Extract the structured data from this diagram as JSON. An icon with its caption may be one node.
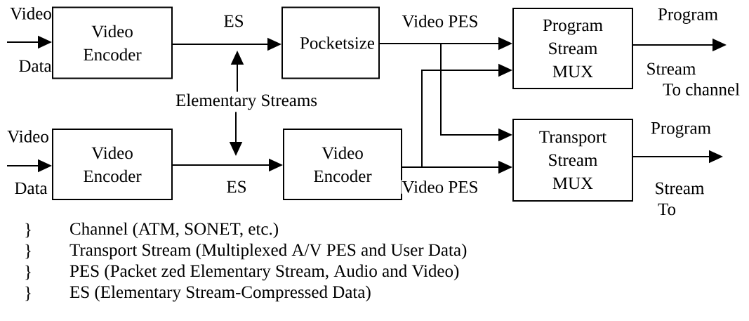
{
  "diagram": {
    "nodes": [
      {
        "text": [
          "Video Encoder"
        ]
      },
      {
        "text": [
          "Pocketsize"
        ]
      },
      {
        "text": [
          "Program Stream MUX"
        ]
      },
      {
        "text": [
          "Video Encoder"
        ]
      },
      {
        "text": [
          "Video Encoder"
        ]
      },
      {
        "text": [
          "Transport Stream MUX"
        ]
      },
      {
        "text": [
          "Elementary Streams"
        ]
      }
    ],
    "edges": [
      {
        "from": null,
        "to": 0,
        "arrow": "to"
      },
      {
        "from": 0,
        "to": 1,
        "arrow": "to",
        "label": "ES"
      },
      {
        "from": 1,
        "to": 2,
        "arrow": "to",
        "label": "Video PES"
      },
      {
        "from": 1,
        "to": 5,
        "arrow": "to"
      },
      {
        "from": 4,
        "to": 2,
        "arrow": "to"
      },
      {
        "from": 4,
        "to": 5,
        "arrow": "to",
        "label": "Video PES"
      },
      {
        "from": null,
        "to": 3,
        "arrow": "to"
      },
      {
        "from": 3,
        "to": 4,
        "arrow": "to",
        "label": "ES"
      },
      {
        "from": 6,
        "to": null,
        "arrow": "to"
      },
      {
        "from": 6,
        "to": null,
        "arrow": "to"
      },
      {
        "from": 2,
        "to": null,
        "arrow": "to"
      },
      {
        "from": 5,
        "to": null,
        "arrow": "to"
      }
    ],
    "labels": [
      "Video",
      "Data",
      "Program",
      "Stream",
      "To channel",
      "Video",
      "Data",
      "Program",
      "Stream",
      "To",
      "}",
      "Channel (ATM, SONET, etc.)",
      "}",
      "Transport Stream (Multiplexed A/V PES and User Data)",
      "}",
      "PES (Packet zed Elementary Stream, Audio and Video)",
      "}",
      "ES (Elementary Stream-Compressed Data)"
    ]
  }
}
